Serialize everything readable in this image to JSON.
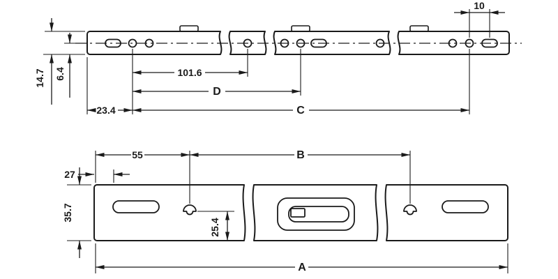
{
  "drawing": {
    "background": "#ffffff",
    "line_color": "#1a1a1a",
    "top_view": {
      "dim_end_pitch": "10",
      "dim_height": "14.7",
      "dim_center_offset": "6.4",
      "dim_hole_pitch": "101.6",
      "dim_d": "D",
      "dim_front_hole": "23.4",
      "dim_c": "C"
    },
    "bottom_view": {
      "dim_front_tab": "55",
      "dim_b": "B",
      "dim_slot_offset": "27",
      "dim_width": "35.7",
      "dim_tab_depth": "25.4",
      "dim_a": "A"
    }
  }
}
